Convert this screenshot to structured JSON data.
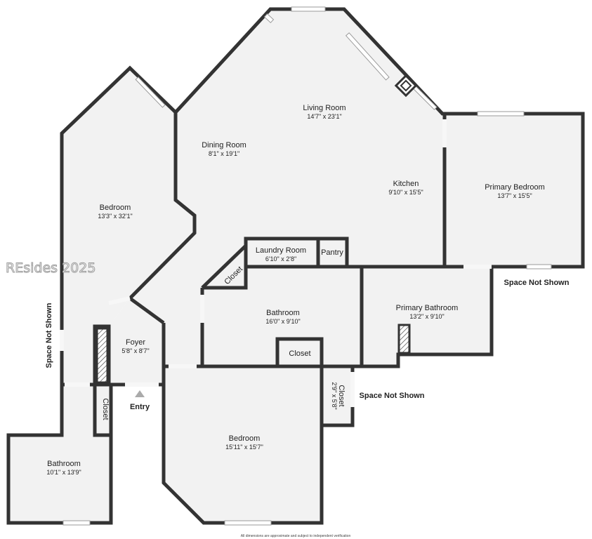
{
  "rooms": {
    "living_room": {
      "name": "Living Room",
      "dim": "14'7\" x 23'1\""
    },
    "dining_room": {
      "name": "Dining Room",
      "dim": "8'1\" x 19'1\""
    },
    "kitchen": {
      "name": "Kitchen",
      "dim": "9'10\" x 15'5\""
    },
    "primary_bedroom": {
      "name": "Primary Bedroom",
      "dim": "13'7\" x 15'5\""
    },
    "bedroom_left": {
      "name": "Bedroom",
      "dim": "13'3\" x 32'1\""
    },
    "laundry": {
      "name": "Laundry Room",
      "dim": "6'10\" x 2'8\""
    },
    "pantry": {
      "name": "Pantry"
    },
    "closet_laundry": {
      "name": "Closet"
    },
    "bathroom_center": {
      "name": "Bathroom",
      "dim": "16'0\" x 9'10\""
    },
    "closet_center": {
      "name": "Closet"
    },
    "primary_bathroom": {
      "name": "Primary Bathroom",
      "dim": "13'2\" x 9'10\""
    },
    "foyer": {
      "name": "Foyer",
      "dim": "5'8\" x 8'7\""
    },
    "closet_right": {
      "name": "Closet",
      "dim": "2'9\" x 5'8\""
    },
    "bedroom_bottom": {
      "name": "Bedroom",
      "dim": "15'11\" x 15'7\""
    },
    "closet_left": {
      "name": "Closet"
    },
    "bathroom_left": {
      "name": "Bathroom",
      "dim": "10'1\" x 13'9\""
    }
  },
  "labels": {
    "entry": "Entry",
    "space_not_shown": "Space Not Shown",
    "disclaimer": "All dimensions are approximate and subject to independent verification",
    "watermark": "REsides 2025"
  }
}
